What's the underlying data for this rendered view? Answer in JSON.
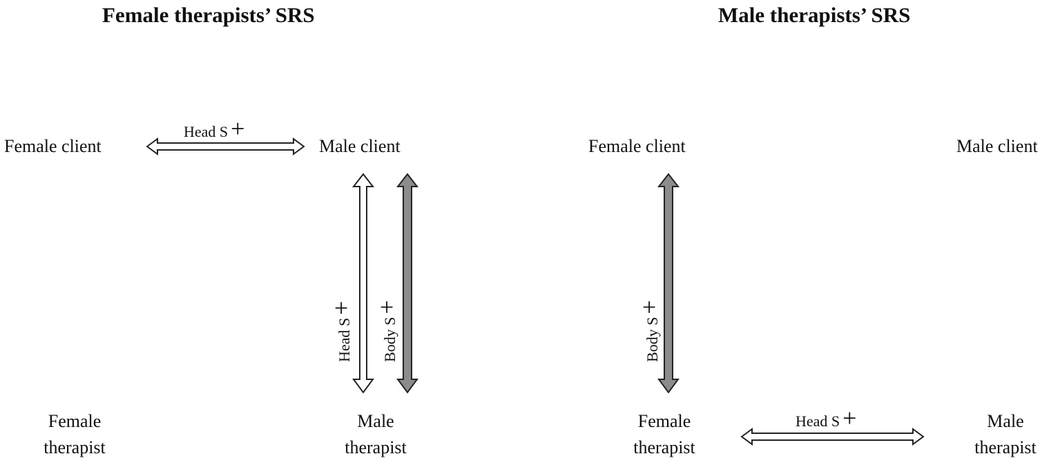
{
  "left_panel": {
    "title": "Female therapists’ SRS",
    "nodes": {
      "female_client": "Female client",
      "male_client": "Male client",
      "female_therapist_l1": "Female",
      "female_therapist_l2": "therapist",
      "male_therapist_l1": "Male",
      "male_therapist_l2": "therapist"
    },
    "edges": [
      {
        "from": "Female client",
        "to": "Male client",
        "label": "Head S",
        "sign": "+",
        "style": "hollow"
      },
      {
        "from": "Male client",
        "to": "Male therapist",
        "label": "Head S",
        "sign": "+",
        "style": "hollow"
      },
      {
        "from": "Male client",
        "to": "Male therapist",
        "label": "Body S",
        "sign": "+",
        "style": "filled"
      }
    ]
  },
  "right_panel": {
    "title": "Male therapists’ SRS",
    "nodes": {
      "female_client": "Female client",
      "male_client": "Male client",
      "female_therapist_l1": "Female",
      "female_therapist_l2": "therapist",
      "male_therapist_l1": "Male",
      "male_therapist_l2": "therapist"
    },
    "edges": [
      {
        "from": "Female client",
        "to": "Female therapist",
        "label": "Body S",
        "sign": "+",
        "style": "filled"
      },
      {
        "from": "Female therapist",
        "to": "Male therapist",
        "label": "Head S",
        "sign": "+",
        "style": "hollow"
      }
    ]
  },
  "colors": {
    "hollow_fill": "#ffffff",
    "filled_fill": "#8c8c8c",
    "stroke": "#222222"
  }
}
